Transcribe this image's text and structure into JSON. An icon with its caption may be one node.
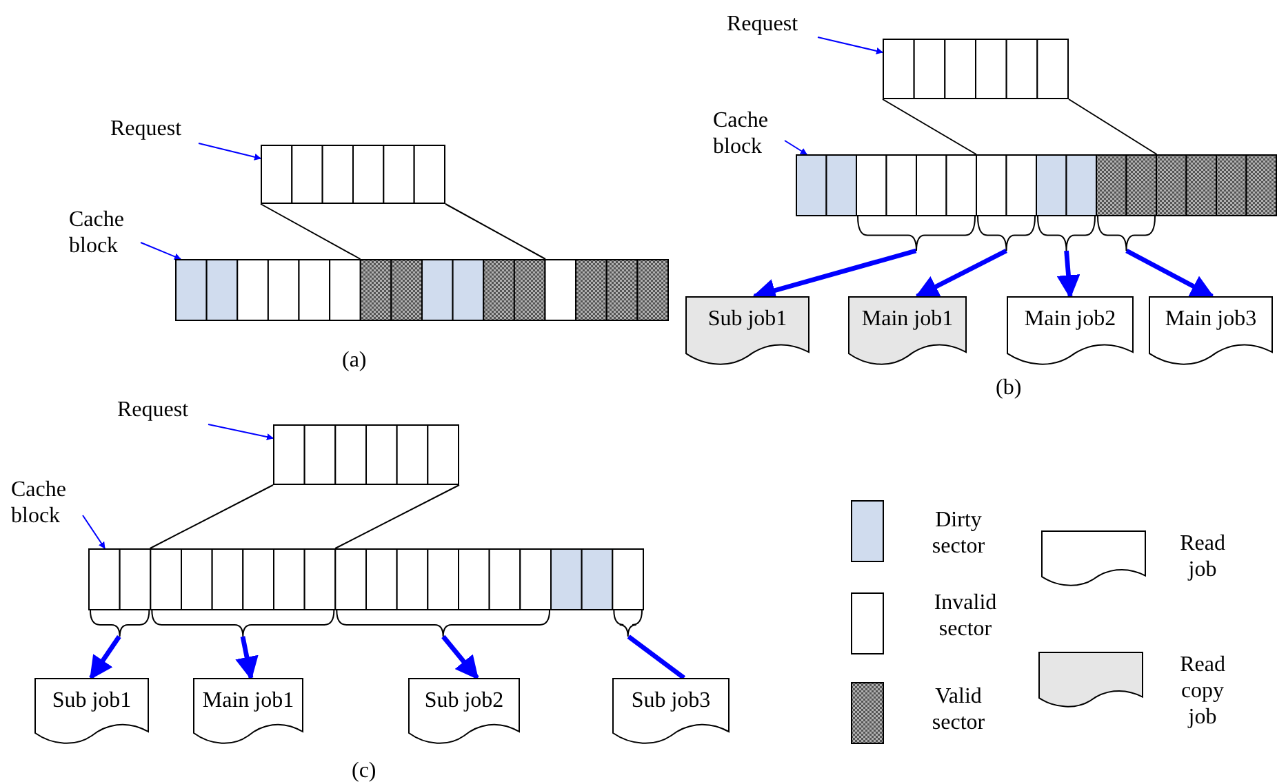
{
  "diagram": {
    "nodes": [
      {
        "text": [
          "Request"
        ]
      },
      {
        "text": [],
        "shape": "bar"
      },
      {
        "text": [
          "Cache block"
        ]
      },
      {
        "text": [],
        "shape": "bar"
      },
      {
        "text": [
          "Request"
        ]
      },
      {
        "text": [],
        "shape": "bar"
      },
      {
        "text": [
          "Cache block"
        ]
      },
      {
        "text": [],
        "shape": "bar"
      },
      {
        "text": [
          "Sub job1"
        ]
      },
      {
        "text": [
          "Main job1"
        ]
      },
      {
        "text": [
          "Main job2"
        ]
      },
      {
        "text": [
          "Main job3"
        ]
      },
      {
        "text": [
          "Request"
        ]
      },
      {
        "text": [],
        "shape": "bar"
      },
      {
        "text": [
          "Cache block"
        ]
      },
      {
        "text": [],
        "shape": "bar"
      },
      {
        "text": [
          "Sub job1"
        ]
      },
      {
        "text": [
          "Main job1"
        ]
      },
      {
        "text": [
          "Sub job2"
        ]
      },
      {
        "text": [
          "Sub job3"
        ]
      }
    ],
    "edges": [
      {
        "from": 0,
        "to": 1,
        "arrow": "to"
      },
      {
        "from": 2,
        "to": 3,
        "arrow": "to"
      },
      {
        "from": 1,
        "to": 3,
        "arrow": "none",
        "color": "#000000"
      },
      {
        "from": 1,
        "to": 3,
        "arrow": "none",
        "color": "#000000"
      },
      {
        "from": 4,
        "to": 5,
        "arrow": "to"
      },
      {
        "from": 6,
        "to": 7,
        "arrow": "to"
      },
      {
        "from": 5,
        "to": 7,
        "arrow": "none",
        "color": "#000000"
      },
      {
        "from": 5,
        "to": 7,
        "arrow": "none",
        "color": "#000000"
      },
      {
        "from": 7,
        "to": 8,
        "arrow": "to",
        "style": "thick"
      },
      {
        "from": 7,
        "to": 9,
        "arrow": "to",
        "style": "thick"
      },
      {
        "from": 7,
        "to": 10,
        "arrow": "to",
        "style": "thick"
      },
      {
        "from": 7,
        "to": 11,
        "arrow": "to",
        "style": "thick"
      },
      {
        "from": 12,
        "to": 13,
        "arrow": "to"
      },
      {
        "from": 14,
        "to": 15,
        "arrow": "to"
      },
      {
        "from": 13,
        "to": 15,
        "arrow": "none",
        "color": "#000000"
      },
      {
        "from": 13,
        "to": 15,
        "arrow": "none",
        "color": "#000000"
      },
      {
        "from": 15,
        "to": 16,
        "arrow": "to",
        "style": "thick"
      },
      {
        "from": 15,
        "to": 17,
        "arrow": "to",
        "style": "thick"
      },
      {
        "from": 15,
        "to": 18,
        "arrow": "to",
        "style": "thick"
      },
      {
        "from": 15,
        "to": 19,
        "arrow": "none",
        "style": "thick"
      }
    ],
    "labels": [
      "(a)",
      "(b)",
      "(c)"
    ],
    "legend": [
      {
        "text": "Dirty sector",
        "color": "#d0dcee"
      },
      {
        "text": "Invalid sector"
      },
      {
        "text": "Valid sector"
      },
      {
        "text": "Read job"
      },
      {
        "text": "Read copy job"
      }
    ]
  }
}
